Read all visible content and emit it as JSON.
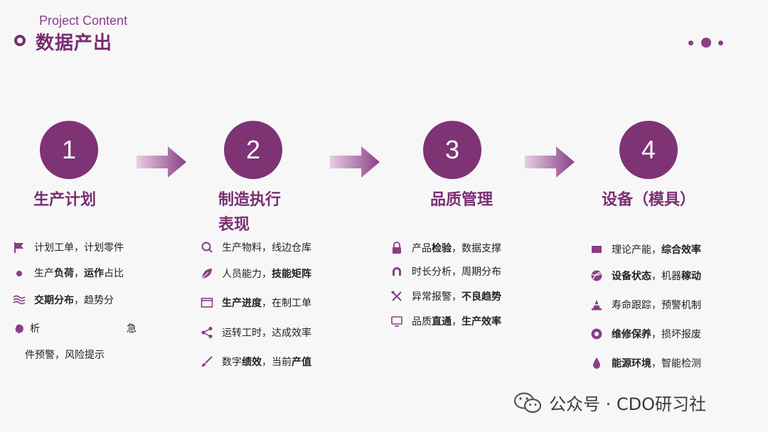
{
  "header": {
    "subtitle": "Project Content",
    "title": "数据产出"
  },
  "steps": [
    {
      "number": "1",
      "title": "生产计划"
    },
    {
      "number": "2",
      "title_line1": "制造执行",
      "title_line2": "表现"
    },
    {
      "number": "3",
      "title": "品质管理"
    },
    {
      "number": "4",
      "title": "设备（模具）"
    }
  ],
  "col1": {
    "i1": {
      "icon": "flag-icon",
      "a": "计划工单，计划零件"
    },
    "i2": {
      "icon": "dot-icon",
      "a": "生产",
      "b": "负荷",
      "c": "，",
      "d": "运作",
      "e": "占比"
    },
    "i3": {
      "icon": "wave-icon",
      "a": "交期分布",
      "b": "，趋势分"
    },
    "i4": {
      "icon": "drop-icon",
      "a": "析",
      "b": "急"
    },
    "i5": {
      "a": "件预警，风险提示"
    }
  },
  "col2": {
    "i1": {
      "icon": "search-icon",
      "a": "生产物料，线边仓库"
    },
    "i2": {
      "icon": "leaf-icon",
      "a": "人员能力，",
      "b": "技能矩阵"
    },
    "i3": {
      "icon": "window-icon",
      "a": "生产进度",
      "b": "，在制工单"
    },
    "i4": {
      "icon": "share-icon",
      "a": "运转工时，达成效率"
    },
    "i5": {
      "icon": "brush-icon",
      "a": "数字",
      "b": "绩效",
      "c": "，当前",
      "d": "产值"
    }
  },
  "col3": {
    "i1": {
      "icon": "lock-icon",
      "a": "产品",
      "b": "检验",
      "c": "，数据支撑"
    },
    "i2": {
      "icon": "magnet-icon",
      "a": "时长分析，周期分布"
    },
    "i3": {
      "icon": "tools-icon",
      "a": "异常报警，",
      "b": "不良趋势"
    },
    "i4": {
      "icon": "monitor-icon",
      "a": "品质",
      "b": "直通",
      "c": "，",
      "d": "生产效率"
    }
  },
  "col4": {
    "i1": {
      "icon": "square-icon",
      "a": "理论产能，",
      "b": "综合效率"
    },
    "i2": {
      "icon": "ball-icon",
      "a": "设备状态",
      "b": "，机器",
      "c": "稼动"
    },
    "i3": {
      "icon": "cone-icon",
      "a": "寿命跟踪，预警机制"
    },
    "i4": {
      "icon": "target-icon",
      "a": "维修保养",
      "b": "，损坏报废"
    },
    "i5": {
      "icon": "droplet-icon",
      "a": "能源环境",
      "b": "，智能检测"
    }
  },
  "watermark": {
    "text": "公众号 · CDO研习社",
    "icon": "wechat-icon"
  },
  "colors": {
    "accent": "#7e3375",
    "title": "#7a2e72"
  }
}
